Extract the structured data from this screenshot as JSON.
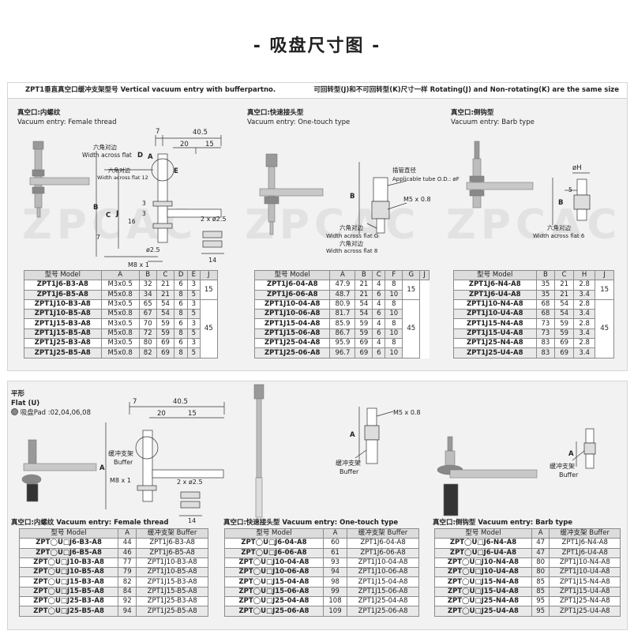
{
  "page_title": "- 吸盘尺寸图 -",
  "top_header": {
    "left": "ZPT1垂直真空口缓冲支架型号 Vertical vacuum entry with bufferpartno.",
    "right": "可回转型(J)和不可回转型(K)尺寸一样 Rotating(J) and Non-rotating(K) are the same size"
  },
  "watermark": "ZPCAC",
  "sections": {
    "female": {
      "cn": "真空口:内螺纹",
      "en": "Vacuum entry: Female thread"
    },
    "onetouch": {
      "cn": "真空口:快速接头型",
      "en": "Vacuum entry: One-touch type"
    },
    "barb": {
      "cn": "真空口:倒钩型",
      "en": "Vacuum entry: Barb type"
    }
  },
  "drawing_labels": {
    "d7": "7",
    "d405": "40.5",
    "d20": "20",
    "d15": "15",
    "hex_d": "六角对边",
    "wid_d": "Width across flat",
    "wid_d_sym": "D",
    "hex12": "六角对边",
    "wid12": "Width across flat 12",
    "A": "A",
    "B": "B",
    "C": "C",
    "E": "E",
    "J": "J",
    "n3a": "3",
    "n3b": "3",
    "n16": "16",
    "n7": "7",
    "holes": "2 x ø2.5",
    "d25": "ø2.5",
    "m8": "M8 x 1",
    "n14": "14",
    "tube_cn": "插管直径",
    "tube_en": "Applicable tube O.D.: øF",
    "m5": "M5 x 0.8",
    "hexg_cn": "六角对边",
    "hexg_en": "Width across flat G",
    "hex8_cn": "六角对边",
    "hex8_en": "Width across flat 8",
    "phiH": "øH",
    "n5": "5",
    "hex6_cn": "六角对边",
    "hex6_en": "Width across flat 6",
    "buffer_cn": "缓冲支架",
    "buffer_en": "Buffer"
  },
  "table1": {
    "headers": [
      "型号 Model",
      "A",
      "B",
      "C",
      "D",
      "E",
      "J"
    ],
    "rows": [
      [
        "ZPT1J6-B3-A8",
        "M3x0.5",
        "32",
        "21",
        "6",
        "3"
      ],
      [
        "ZPT1J6-B5-A8",
        "M5x0.8",
        "34",
        "21",
        "8",
        "5"
      ],
      [
        "ZPT1J10-B3-A8",
        "M3x0.5",
        "65",
        "54",
        "6",
        "3"
      ],
      [
        "ZPT1J10-B5-A8",
        "M5x0.8",
        "67",
        "54",
        "8",
        "5"
      ],
      [
        "ZPT1J15-B3-A8",
        "M3x0.5",
        "70",
        "59",
        "6",
        "3"
      ],
      [
        "ZPT1J15-B5-A8",
        "M5x0.8",
        "72",
        "59",
        "8",
        "5"
      ],
      [
        "ZPT1J25-B3-A8",
        "M3x0.5",
        "80",
        "69",
        "6",
        "3"
      ],
      [
        "ZPT1J25-B5-A8",
        "M5x0.8",
        "82",
        "69",
        "8",
        "5"
      ]
    ],
    "j_values": [
      "15",
      "45"
    ]
  },
  "table2": {
    "headers": [
      "型号 Model",
      "A",
      "B",
      "C",
      "F",
      "G",
      "J"
    ],
    "rows": [
      [
        "ZPT1J6-04-A8",
        "47.9",
        "21",
        "4",
        "8"
      ],
      [
        "ZPT1J6-06-A8",
        "48.7",
        "21",
        "6",
        "10"
      ],
      [
        "ZPT1J10-04-A8",
        "80.9",
        "54",
        "4",
        "8"
      ],
      [
        "ZPT1J10-06-A8",
        "81.7",
        "54",
        "6",
        "10"
      ],
      [
        "ZPT1J15-04-A8",
        "85.9",
        "59",
        "4",
        "8"
      ],
      [
        "ZPT1J15-06-A8",
        "86.7",
        "59",
        "6",
        "10"
      ],
      [
        "ZPT1J25-04-A8",
        "95.9",
        "69",
        "4",
        "8"
      ],
      [
        "ZPT1J25-06-A8",
        "96.7",
        "69",
        "6",
        "10"
      ]
    ],
    "j_values": [
      "15",
      "45"
    ]
  },
  "table3": {
    "headers": [
      "型号 Model",
      "B",
      "C",
      "H",
      "J"
    ],
    "rows": [
      [
        "ZPT1J6-N4-A8",
        "35",
        "21",
        "2.8"
      ],
      [
        "ZPT1J6-U4-A8",
        "35",
        "21",
        "3.4"
      ],
      [
        "ZPT1J10-N4-A8",
        "68",
        "54",
        "2.8"
      ],
      [
        "ZPT1J10-U4-A8",
        "68",
        "54",
        "3.4"
      ],
      [
        "ZPT1J15-N4-A8",
        "73",
        "59",
        "2.8"
      ],
      [
        "ZPT1J15-U4-A8",
        "73",
        "59",
        "3.4"
      ],
      [
        "ZPT1J25-N4-A8",
        "83",
        "69",
        "2.8"
      ],
      [
        "ZPT1J25-U4-A8",
        "83",
        "69",
        "3.4"
      ]
    ],
    "j_values": [
      "15",
      "45"
    ]
  },
  "flat": {
    "cn": "平形",
    "en": "Flat (U)",
    "pad": "吸盘Pad :02,04,06,08"
  },
  "bottom_sections": {
    "female": "真空口:内螺纹 Vacuum entry: Female thread",
    "onetouch": "真空口:快速接头型 Vacuum entry: One-touch type",
    "barb": "真空口:倒钩型 Vacuum entry: Barb type"
  },
  "btable1": {
    "headers": [
      "型号 Model",
      "A",
      "缓冲支架 Buffer"
    ],
    "rows": [
      [
        "ZPT◯U□J6-B3-A8",
        "44",
        "ZPT1J6-B3-A8"
      ],
      [
        "ZPT◯U□J6-B5-A8",
        "46",
        "ZPT1J6-B5-A8"
      ],
      [
        "ZPT◯U□J10-B3-A8",
        "77",
        "ZPT1J10-B3-A8"
      ],
      [
        "ZPT◯U□J10-B5-A8",
        "79",
        "ZPT1J10-B5-A8"
      ],
      [
        "ZPT◯U□J15-B3-A8",
        "82",
        "ZPT1J15-B3-A8"
      ],
      [
        "ZPT◯U□J15-B5-A8",
        "84",
        "ZPT1J15-B5-A8"
      ],
      [
        "ZPT◯U□J25-B3-A8",
        "92",
        "ZPT1J25-B3-A8"
      ],
      [
        "ZPT◯U□J25-B5-A8",
        "94",
        "ZPT1J25-B5-A8"
      ]
    ]
  },
  "btable2": {
    "headers": [
      "型号 Model",
      "A",
      "缓冲支架 Buffer"
    ],
    "rows": [
      [
        "ZPT◯U□J6-04-A8",
        "60",
        "ZPT1J6-04-A8"
      ],
      [
        "ZPT◯U□J6-06-A8",
        "61",
        "ZPT1J6-06-A8"
      ],
      [
        "ZPT◯U□J10-04-A8",
        "93",
        "ZPT1J10-04-A8"
      ],
      [
        "ZPT◯U□J10-06-A8",
        "94",
        "ZPT1J10-06-A8"
      ],
      [
        "ZPT◯U□J15-04-A8",
        "98",
        "ZPT1J15-04-A8"
      ],
      [
        "ZPT◯U□J15-06-A8",
        "99",
        "ZPT1J15-06-A8"
      ],
      [
        "ZPT◯U□J25-04-A8",
        "108",
        "ZPT1J25-04-A8"
      ],
      [
        "ZPT◯U□J25-06-A8",
        "109",
        "ZPT1J25-06-A8"
      ]
    ]
  },
  "btable3": {
    "headers": [
      "型号 Model",
      "A",
      "缓冲支架 Buffer"
    ],
    "rows": [
      [
        "ZPT◯U□J6-N4-A8",
        "47",
        "ZPT1J6-N4-A8"
      ],
      [
        "ZPT◯U□J6-U4-A8",
        "47",
        "ZPT1J6-U4-A8"
      ],
      [
        "ZPT◯U□J10-N4-A8",
        "80",
        "ZPT1J10-N4-A8"
      ],
      [
        "ZPT◯U□J10-U4-A8",
        "80",
        "ZPT1J10-U4-A8"
      ],
      [
        "ZPT◯U□J15-N4-A8",
        "85",
        "ZPT1J15-N4-A8"
      ],
      [
        "ZPT◯U□J15-U4-A8",
        "85",
        "ZPT1J15-U4-A8"
      ],
      [
        "ZPT◯U□J25-N4-A8",
        "95",
        "ZPT1J25-N4-A8"
      ],
      [
        "ZPT◯U□J25-U4-A8",
        "95",
        "ZPT1J25-U4-A8"
      ]
    ]
  }
}
